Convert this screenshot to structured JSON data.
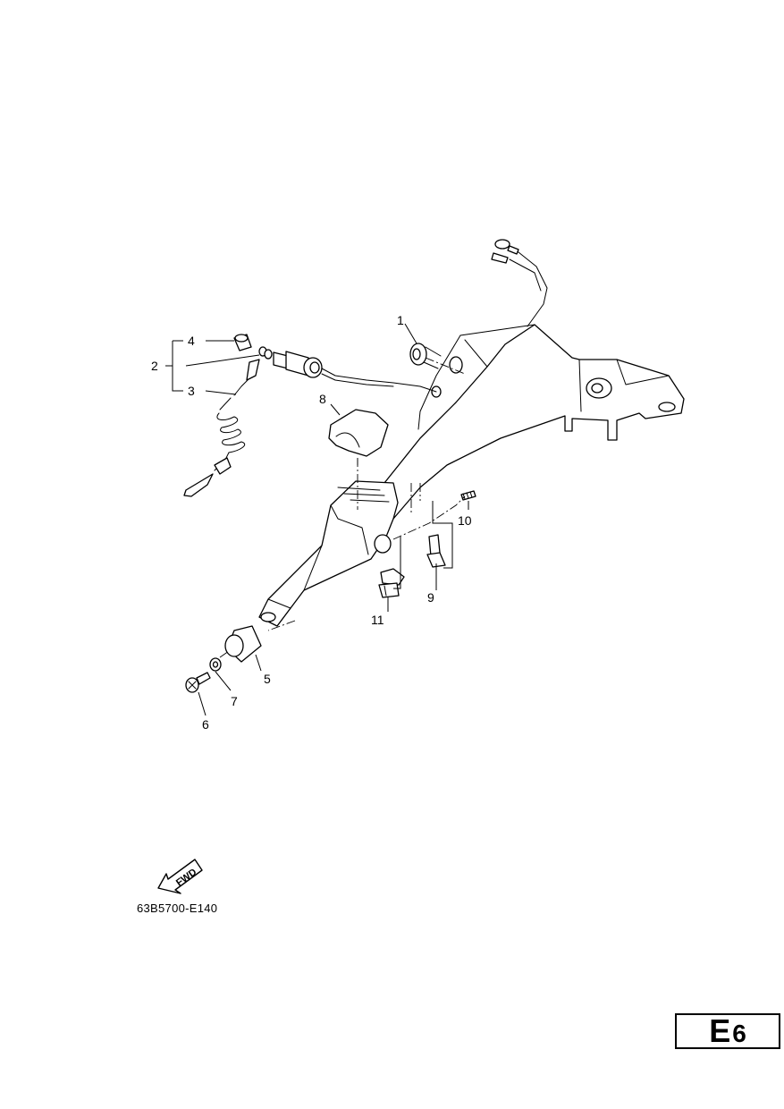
{
  "callouts": [
    {
      "id": "1",
      "label": "1"
    },
    {
      "id": "2",
      "label": "2"
    },
    {
      "id": "3",
      "label": "3"
    },
    {
      "id": "4",
      "label": "4"
    },
    {
      "id": "5",
      "label": "5"
    },
    {
      "id": "6",
      "label": "6"
    },
    {
      "id": "7",
      "label": "7"
    },
    {
      "id": "8",
      "label": "8"
    },
    {
      "id": "9",
      "label": "9"
    },
    {
      "id": "10",
      "label": "10"
    },
    {
      "id": "11",
      "label": "11"
    }
  ],
  "fwd_label": "FWD",
  "diagram_code": "63B5700-E140",
  "page_tab": {
    "letter": "E",
    "number": "6"
  }
}
